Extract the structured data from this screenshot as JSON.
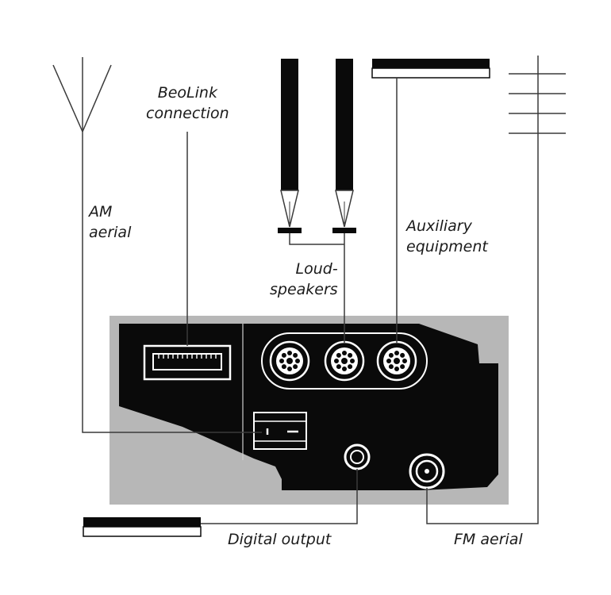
{
  "labels": {
    "am_line1": "AM",
    "am_line2": "aerial",
    "beolink_line1": "BeoLink",
    "beolink_line2": "connection",
    "loud_line1": "Loud-",
    "loud_line2": "speakers",
    "aux_line1": "Auxiliary",
    "aux_line2": "equipment",
    "digital": "Digital output",
    "fm": "FM aerial"
  },
  "colors": {
    "panel_gray": "#b7b7b7",
    "panel_black": "#0a0a0a",
    "line": "#3a3a3a"
  },
  "icons": [
    "am-antenna-icon",
    "fm-antenna-icon",
    "speaker-plug-icon",
    "beolink-socket-icon",
    "din-socket-icon",
    "phono-socket-icon",
    "am-socket-icon"
  ]
}
